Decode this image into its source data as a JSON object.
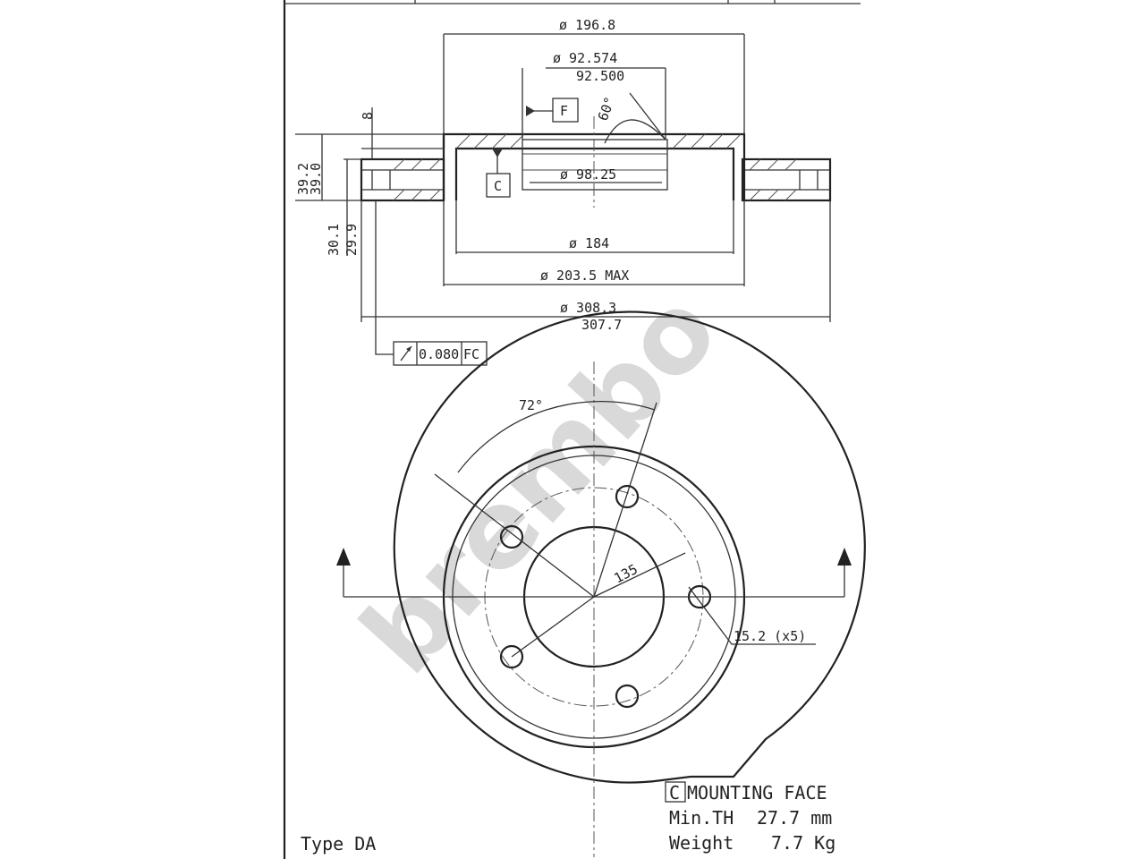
{
  "drawing": {
    "watermark": "brembo",
    "section_view": {
      "dim_outer_diameter": "ø 308.3",
      "dim_outer_diameter_min": "307.7",
      "dim_hat_diameter": "ø 196.8",
      "dim_center_bore": "ø 92.574",
      "dim_center_bore_min": "92.500",
      "dim_inner_bore": "ø 98.25",
      "dim_184": "ø 184",
      "dim_203_max": "ø 203.5 MAX",
      "dim_height_max": "39.2",
      "dim_height_min": "39.0",
      "dim_flange": "8",
      "dim_thickness_max": "30.1",
      "dim_thickness_min": "29.9",
      "chamfer_angle": "60°",
      "datum_f": "F",
      "datum_c": "C",
      "runout_value": "0.080",
      "runout_ref": "FC"
    },
    "front_view": {
      "bolt_angle": "72°",
      "pcd": "135",
      "bolt_holes": "15.2 (x5)"
    },
    "notes": {
      "mounting_face_box": "C",
      "mounting_face": "MOUNTING FACE",
      "min_th_label": "Min.TH",
      "min_th_value": "27.7 mm",
      "weight_label": "Weight",
      "weight_value": "7.7 Kg",
      "type": "Type DA"
    }
  }
}
